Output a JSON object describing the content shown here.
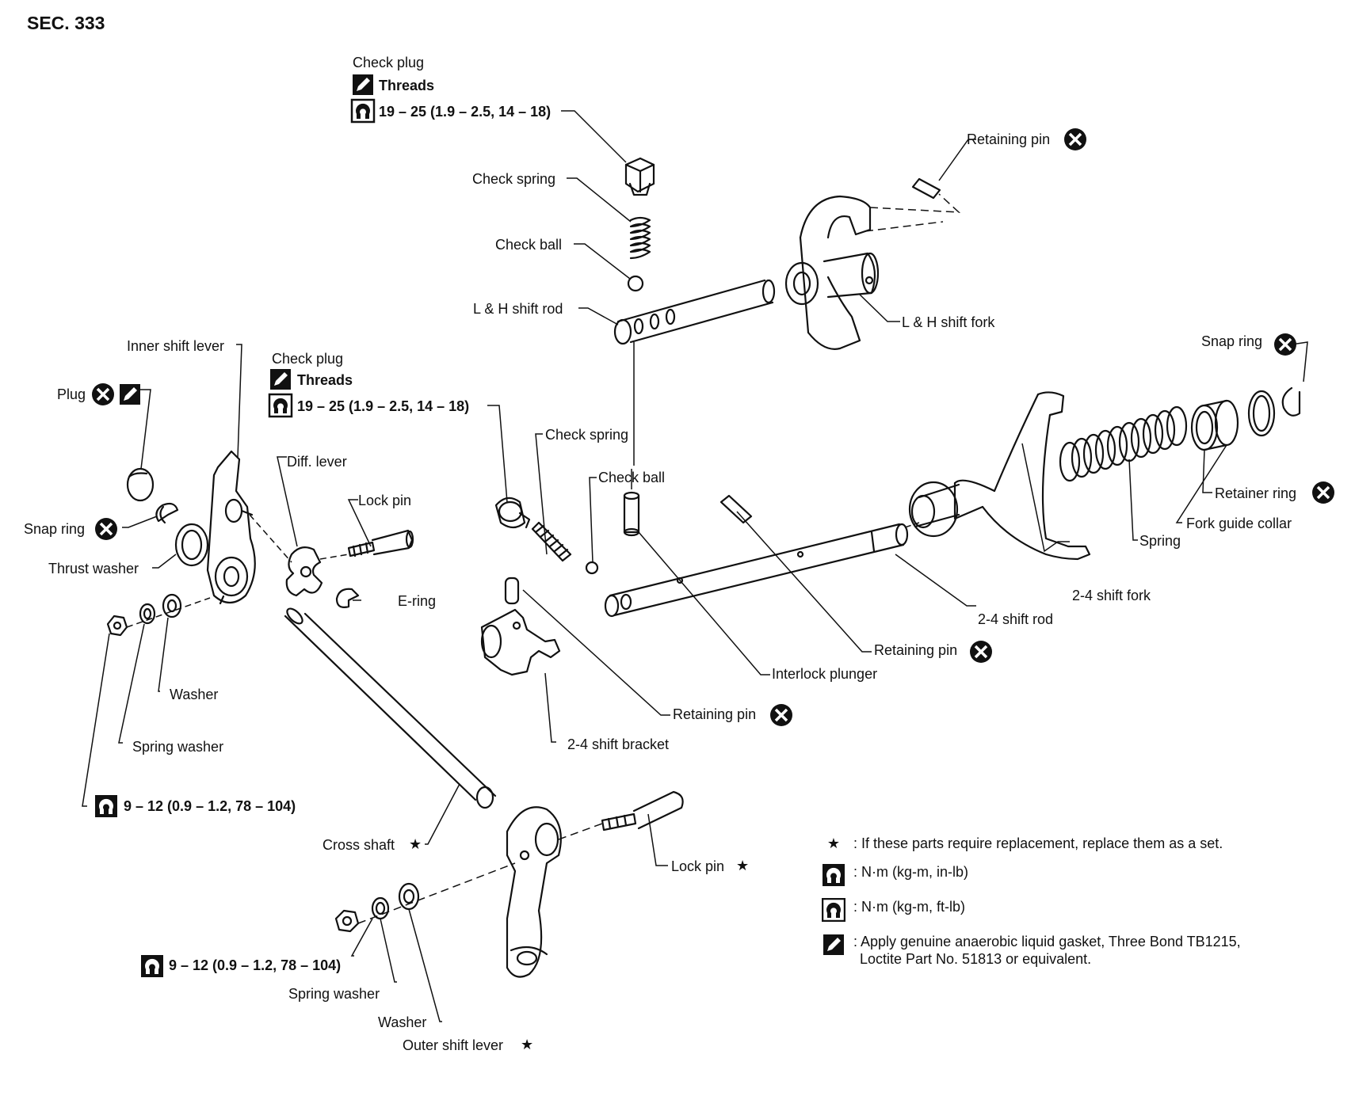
{
  "section": "SEC. 333",
  "labels": {
    "check_plug_top": "Check plug",
    "threads_top": "Threads",
    "torque_top": "19 – 25 (1.9 – 2.5, 14 – 18)",
    "check_spring_top": "Check spring",
    "check_ball_top": "Check ball",
    "lh_shift_rod": "L & H shift rod",
    "retaining_pin_top": "Retaining pin",
    "lh_shift_fork": "L & H shift fork",
    "snap_ring_right": "Snap ring",
    "retainer_ring": "Retainer ring",
    "fork_guide_collar": "Fork guide collar",
    "spring": "Spring",
    "shift_fork_24": "2-4 shift fork",
    "shift_rod_24": "2-4 shift rod",
    "retaining_pin_mid": "Retaining pin",
    "interlock_plunger": "Interlock plunger",
    "retaining_pin_low": "Retaining pin",
    "shift_bracket_24": "2-4 shift bracket",
    "check_spring_mid": "Check spring",
    "check_ball_mid": "Check ball",
    "check_plug_mid": "Check plug",
    "threads_mid": "Threads",
    "torque_mid": "19 – 25 (1.9 – 2.5, 14 – 18)",
    "inner_shift_lever": "Inner shift lever",
    "plug": "Plug",
    "diff_lever": "Diff. lever",
    "lock_pin_top": "Lock pin",
    "snap_ring_left": "Snap ring",
    "thrust_washer": "Thrust washer",
    "e_ring": "E-ring",
    "washer_left": "Washer",
    "spring_washer_left": "Spring washer",
    "torque_left": "9 – 12 (0.9 – 1.2, 78 – 104)",
    "cross_shaft": "Cross shaft",
    "lock_pin_bottom": "Lock pin",
    "torque_bottom": "9 – 12 (0.9 – 1.2, 78 – 104)",
    "spring_washer_bottom": "Spring washer",
    "washer_bottom": "Washer",
    "outer_shift_lever": "Outer shift lever"
  },
  "legend": {
    "star_text": ": If these parts require replacement, replace them as a set.",
    "torque_inlb_text": ": N·m (kg-m, in-lb)",
    "torque_ftlb_text": ": N·m (kg-m, ft-lb)",
    "gasket_text_line1": ": Apply genuine anaerobic liquid gasket, Three Bond TB1215,",
    "gasket_text_line2": "Loctite Part No. 51813 or equivalent."
  },
  "icons": [
    "no-reuse-x-icon",
    "gasket-icon",
    "torque-ftlb-icon",
    "torque-inlb-icon",
    "star-icon"
  ]
}
